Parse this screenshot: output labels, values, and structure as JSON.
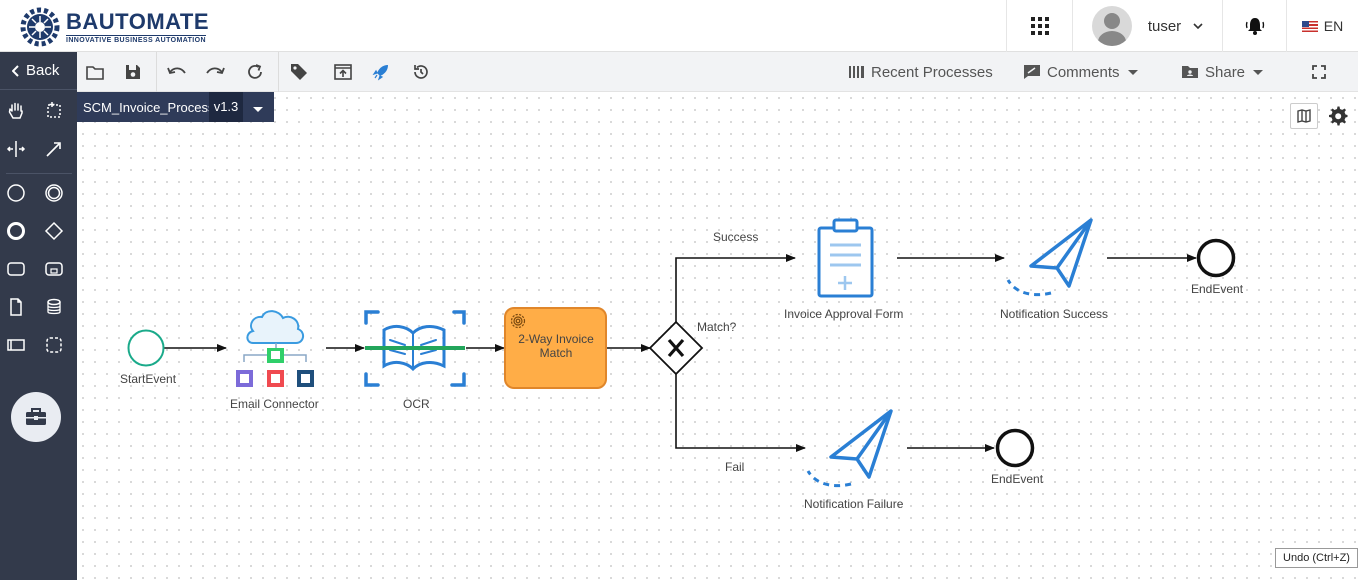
{
  "header": {
    "brand": "BAUTOMATE",
    "tagline": "INNOVATIVE BUSINESS AUTOMATION",
    "username": "tuser",
    "language": "EN"
  },
  "leftbar": {
    "back_label": "Back"
  },
  "toolbar": {
    "recent_processes": "Recent Processes",
    "comments": "Comments",
    "share": "Share"
  },
  "process": {
    "name": "SCM_Invoice_Process",
    "version": "v1.3"
  },
  "diagram": {
    "nodes": {
      "start": "StartEvent",
      "email_connector": "Email Connector",
      "ocr": "OCR",
      "task_match": "2-Way Invoice Match",
      "gateway": "Match?",
      "approval_form": "Invoice Approval Form",
      "notif_success": "Notification Success",
      "end_success": "EndEvent",
      "notif_failure": "Notification Failure",
      "end_failure": "EndEvent"
    },
    "flows": {
      "success": "Success",
      "fail": "Fail"
    }
  },
  "tooltip": "Undo (Ctrl+Z)",
  "colors": {
    "brand": "#1e3a6b",
    "sidebar": "#333a4b",
    "task_fill": "#ffad47",
    "task_stroke": "#e0862a",
    "icon_blue": "#2a7fd4",
    "start_stroke": "#1aaa8a"
  }
}
